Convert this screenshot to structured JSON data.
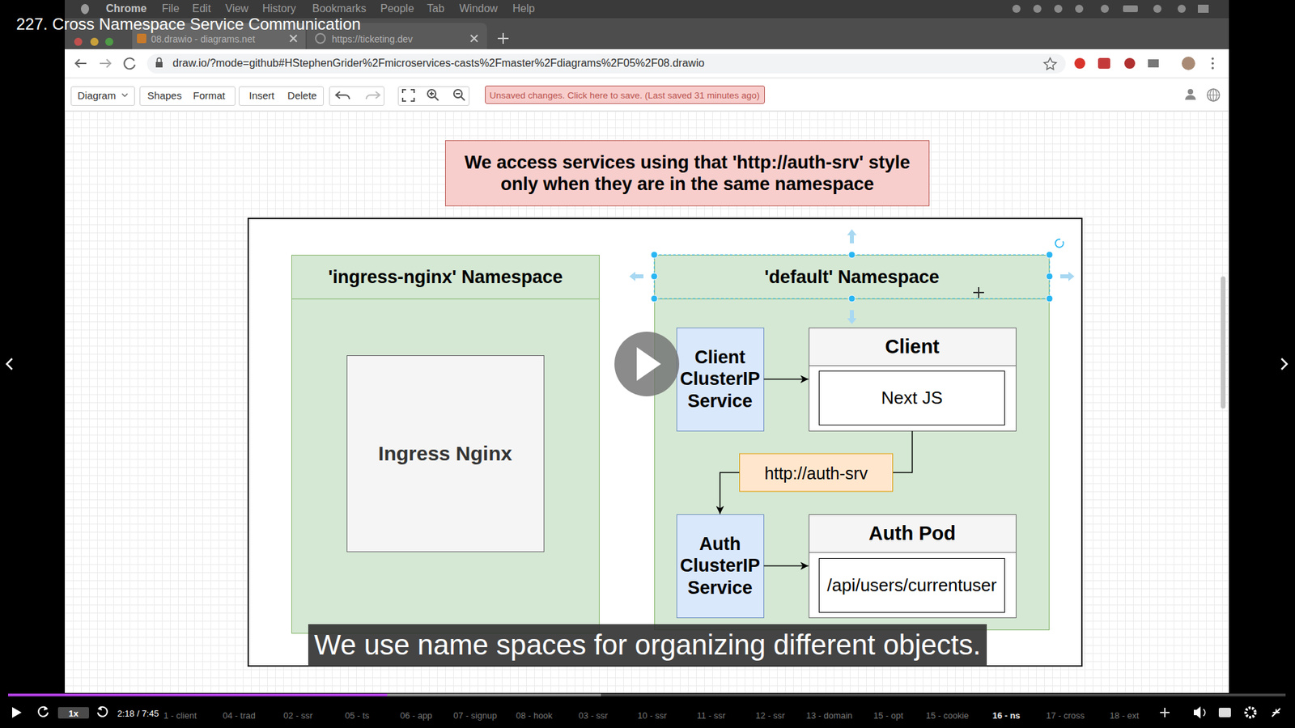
{
  "diagram": {
    "title": "227. Cross Namespace Service Communication",
    "caption": "We use name spaces for organizing different objects.",
    "nodes": [
      {
        "text": [
          "We access services using that 'http://auth-srv' style only when they are in the same namespace"
        ]
      },
      {
        "text": [
          "'ingress-nginx' Namespace"
        ]
      },
      {
        "text": [
          "Ingress Nginx"
        ],
        "in": 1
      },
      {
        "text": [
          "'default' Namespace"
        ]
      },
      {
        "text": [
          "Client ClusterIP Service"
        ],
        "in": 3
      },
      {
        "text": [
          "Client"
        ],
        "in": 3
      },
      {
        "text": [
          "Next JS"
        ],
        "in": 5
      },
      {
        "text": [
          "Auth ClusterIP Service"
        ],
        "in": 3
      },
      {
        "text": [
          "Auth Pod"
        ],
        "in": 3
      },
      {
        "text": [
          "/api/users/currentuser"
        ],
        "in": 8
      }
    ],
    "edges": [
      {
        "from": 4,
        "to": 5,
        "arrow": "to"
      },
      {
        "from": 5,
        "to": 7,
        "label": "http://auth-srv",
        "arrow": "to"
      },
      {
        "from": 7,
        "to": 8,
        "arrow": "to"
      }
    ],
    "labels": [
      "Chrome",
      "File",
      "Edit",
      "View",
      "History",
      "Bookmarks",
      "People",
      "Tab",
      "Window",
      "Help",
      "08.drawio - diagrams.net",
      "https://ticketing.dev",
      "draw.io/?mode=github#HStephenGrider%2Fmicroservices-casts%2Fmaster%2Fdiagrams%2F05%2F08.drawio",
      "Diagram",
      "Shapes",
      "Format",
      "Insert",
      "Delete",
      "Unsaved changes. Click here to save. (Last saved 31 minutes ago)",
      "1x",
      "2:18 / 7:45",
      "1 - client",
      "04 - trad",
      "02 - ssr",
      "05 - ts",
      "06 - app",
      "07 - signup",
      "08 - hook",
      "03 - ssr",
      "10 - ssr",
      "11 - ssr",
      "12 - ssr",
      "13 - domain",
      "15 - opt",
      "15 - cookie",
      "16 - ns",
      "17 - cross",
      "18 - ext"
    ]
  }
}
